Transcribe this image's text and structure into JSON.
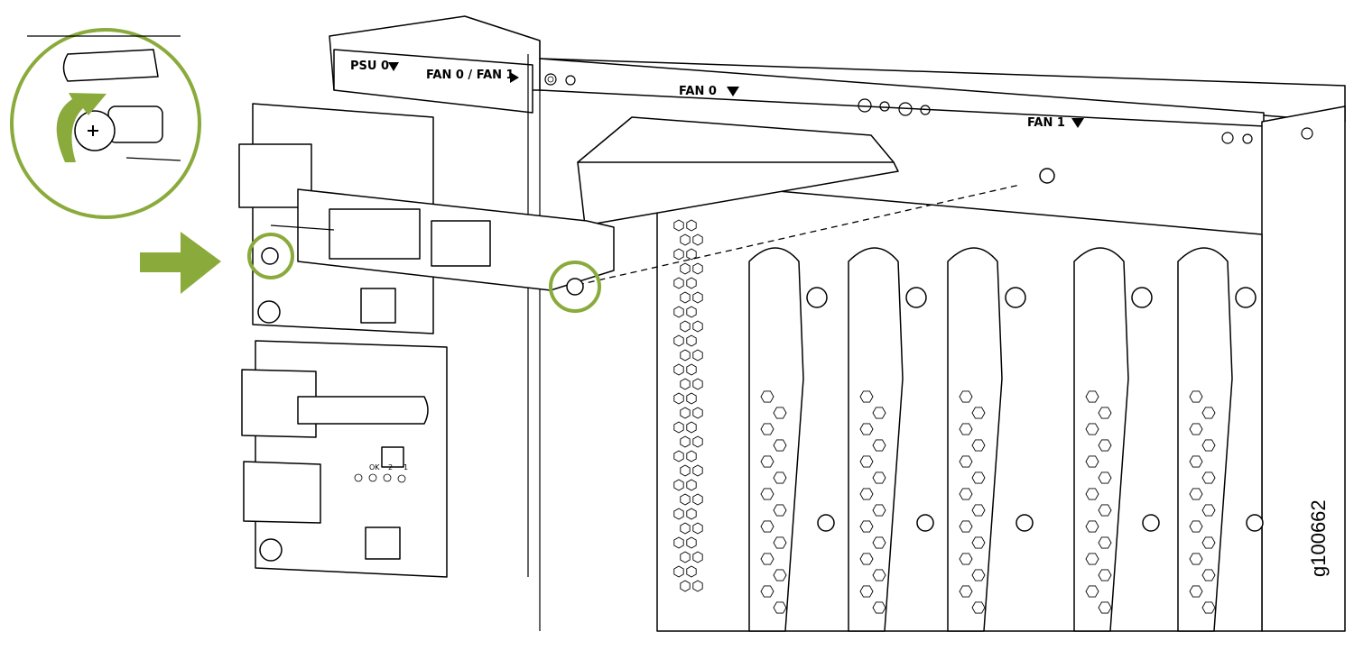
{
  "labels": {
    "psu0": "PSU 0",
    "fan0_fan1": "FAN 0 / FAN 1",
    "fan0": "FAN 0",
    "fan1": "FAN 1"
  },
  "psu_leds": {
    "ok": "OK",
    "led2": "2",
    "led1": "1"
  },
  "figure_id": "g100662",
  "colors": {
    "callout_green": "#8aab3c",
    "line": "#000000"
  },
  "icons": [
    "callout-arrow-icon",
    "screw-tighten-callout-icon",
    "power-switch-icon",
    "triangle-down-icon",
    "triangle-right-icon"
  ]
}
